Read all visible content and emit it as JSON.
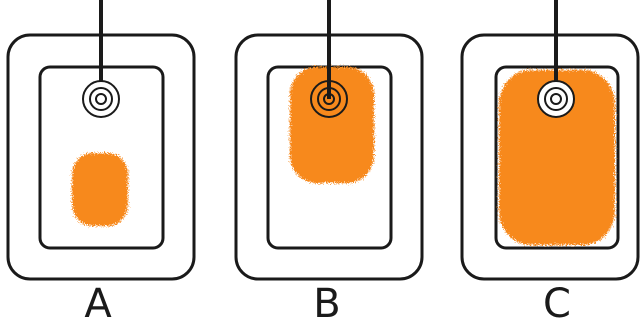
{
  "colors": {
    "stroke": "#1a1a1a",
    "spot": "#f7891f",
    "background": "#ffffff"
  },
  "panels": [
    {
      "label": "A"
    },
    {
      "label": "B"
    },
    {
      "label": "C"
    }
  ]
}
